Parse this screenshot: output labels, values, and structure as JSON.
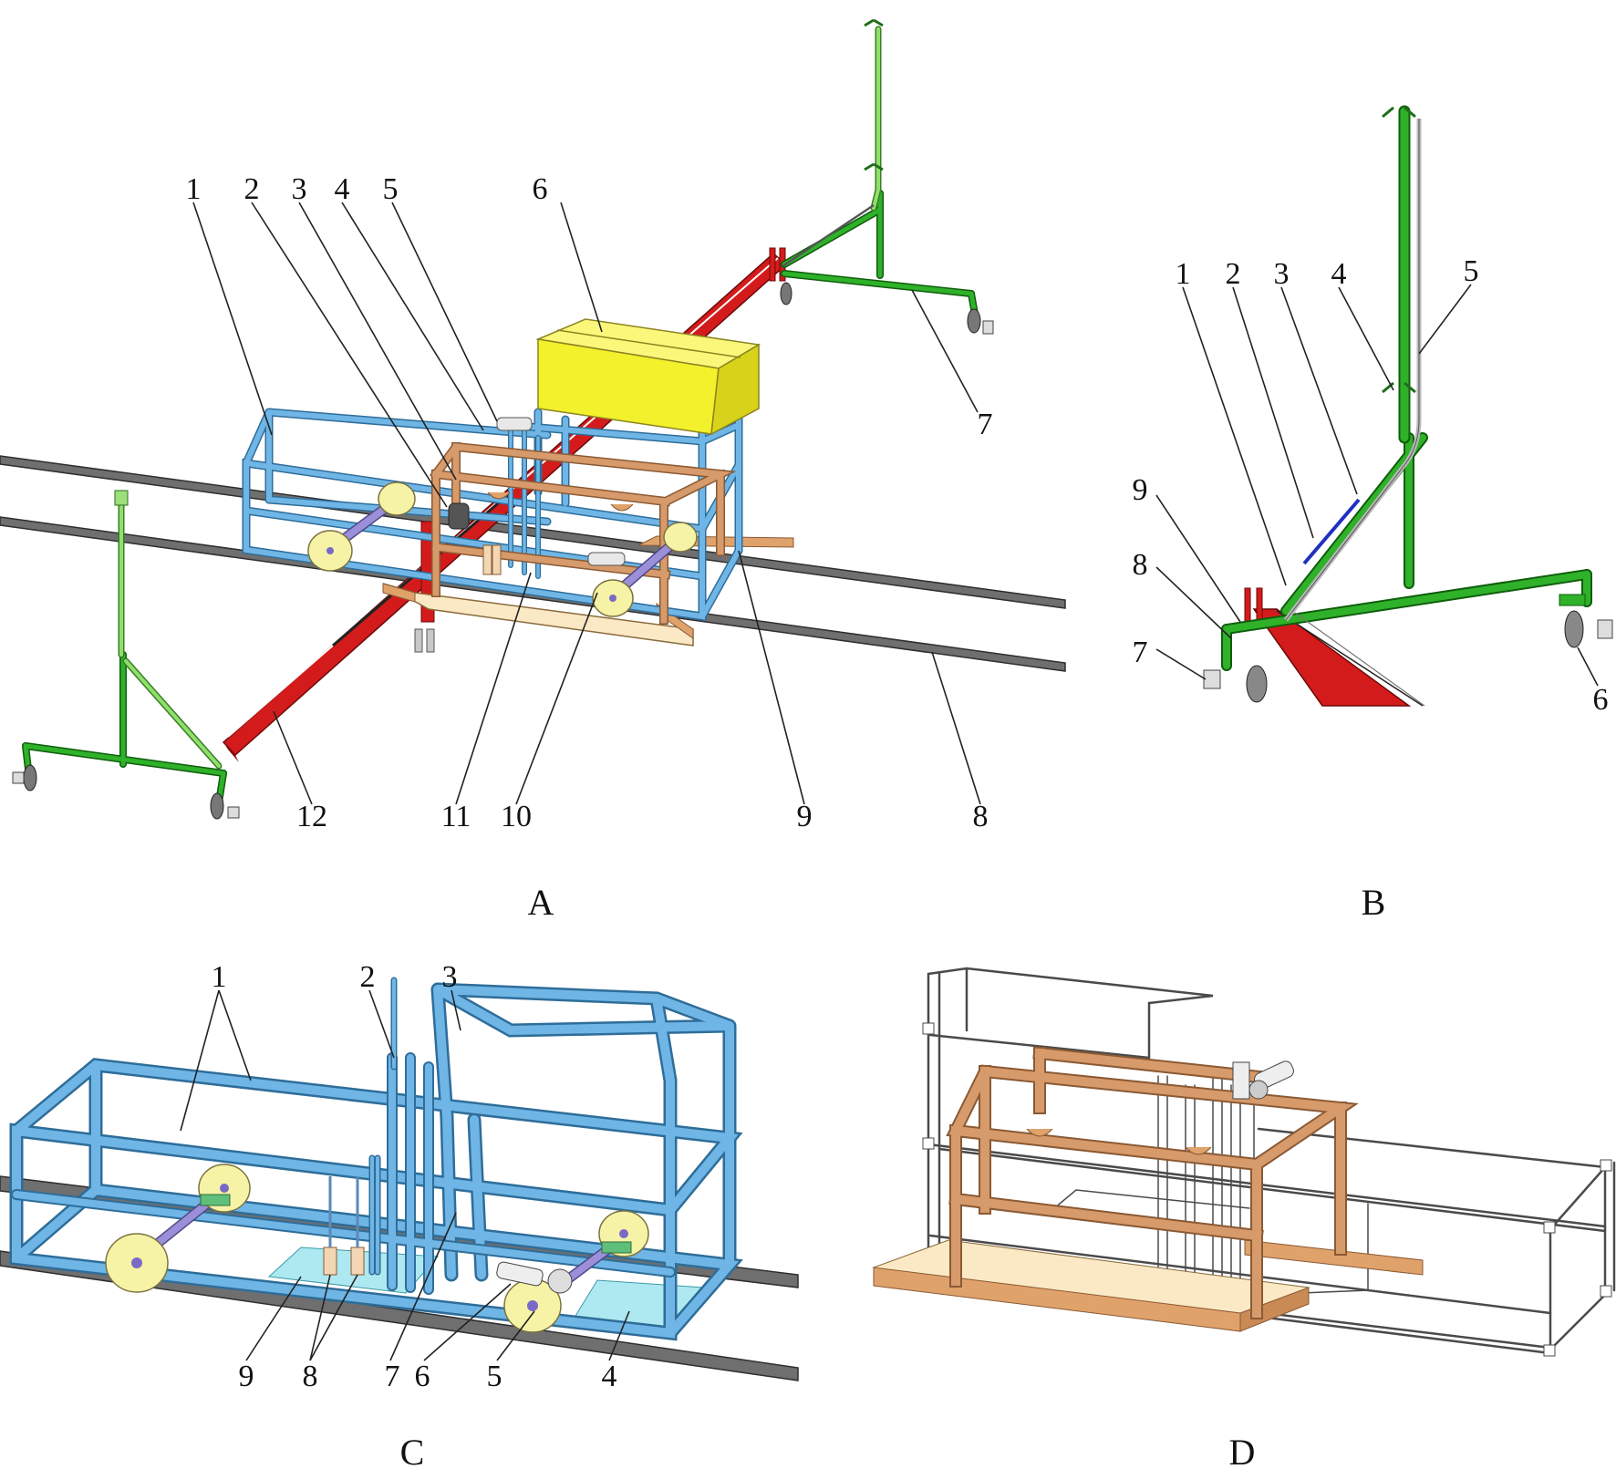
{
  "panels": {
    "A": {
      "letter": "A",
      "callouts": [
        "1",
        "2",
        "3",
        "4",
        "5",
        "6",
        "7",
        "8",
        "9",
        "10",
        "11",
        "12"
      ]
    },
    "B": {
      "letter": "B",
      "callouts": [
        "1",
        "2",
        "3",
        "4",
        "5",
        "6",
        "7",
        "8",
        "9"
      ]
    },
    "C": {
      "letter": "C",
      "callouts": [
        "1",
        "2",
        "3",
        "4",
        "5",
        "6",
        "7",
        "8",
        "9"
      ]
    },
    "D": {
      "letter": "D"
    }
  },
  "colors": {
    "frame_blue": "#6fb6e6",
    "wood_frame": "#d79a6b",
    "boom_red": "#d41b1b",
    "box_yellow": "#f3f02c",
    "stand_green": "#2fb12a",
    "stand_light_green": "#8fe06b",
    "rail_gray": "#6f6f6f",
    "wheel_cream": "#f7f3a6",
    "axle_violet": "#9a8fd8",
    "wireframe_gray": "#4a4a4a"
  }
}
